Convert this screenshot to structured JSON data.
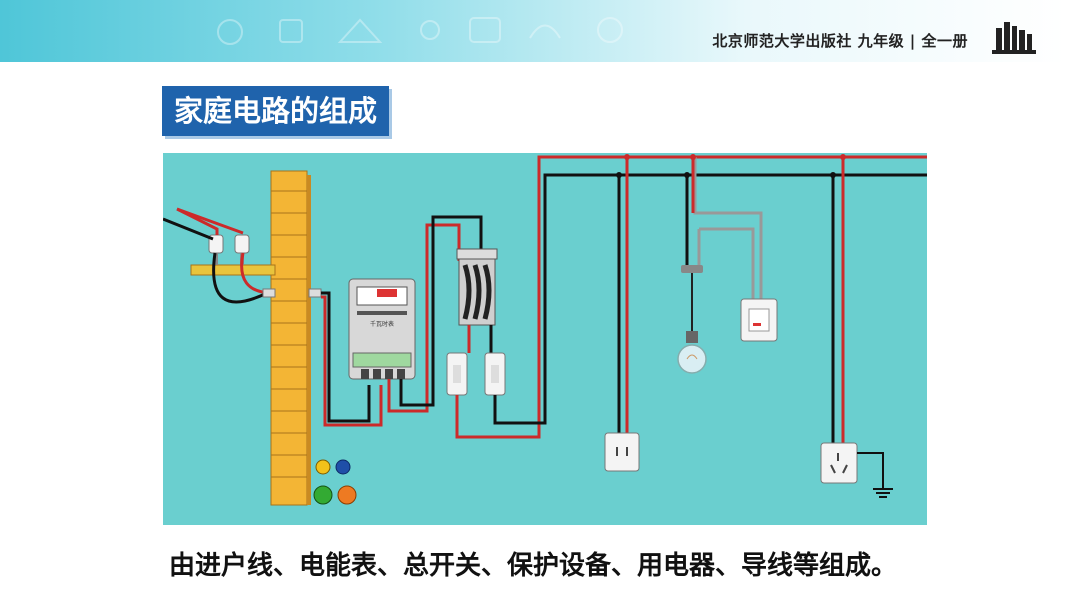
{
  "header": {
    "publisher": "北京师范大学出版社 九年级 | 全一册"
  },
  "title": "家庭电路的组成",
  "diagram": {
    "meter_label": "千瓦时表"
  },
  "caption": "由进户线、电能表、总开关、保护设备、用电器、导线等组成。",
  "colors": {
    "title_bg": "#1f63ac",
    "diagram_bg": "#6acfcf",
    "live_wire": "#cc2a2a",
    "neutral_wire": "#111111"
  },
  "icons": [
    "books-logo-icon",
    "fuse-icon",
    "knife-switch-icon",
    "light-bulb-icon",
    "wall-switch-icon",
    "two-pin-socket-icon",
    "three-pin-socket-icon",
    "ground-icon"
  ]
}
